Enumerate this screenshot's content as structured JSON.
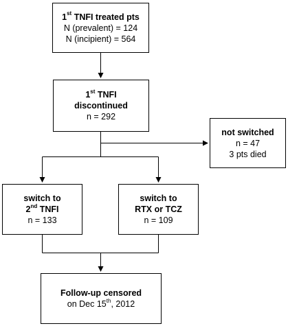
{
  "boxes": {
    "treated": {
      "title_sup": "st",
      "title_pre": "1",
      "title_post": " TNFI treated pts",
      "line1": "N (prevalent) = 124",
      "line2": "N (incipient) = 564"
    },
    "discontinued": {
      "title_pre": "1",
      "title_sup": "st",
      "title_post": " TNFI",
      "title_line2": "discontinued",
      "line1": "n = 292"
    },
    "not_switched": {
      "title": "not switched",
      "line1": "n = 47",
      "line2": "3 pts died"
    },
    "switch_tnfi": {
      "title_line1": "switch to",
      "title_pre": "2",
      "title_sup": "nd",
      "title_post": " TNFI",
      "line1": "n = 133"
    },
    "switch_rtx": {
      "title_line1": "switch to",
      "title_line2": "RTX or TCZ",
      "line1": "n = 109"
    },
    "followup": {
      "title": "Follow-up censored",
      "line1_pre": "on Dec 15",
      "line1_sup": "th",
      "line1_post": ", 2012"
    }
  }
}
